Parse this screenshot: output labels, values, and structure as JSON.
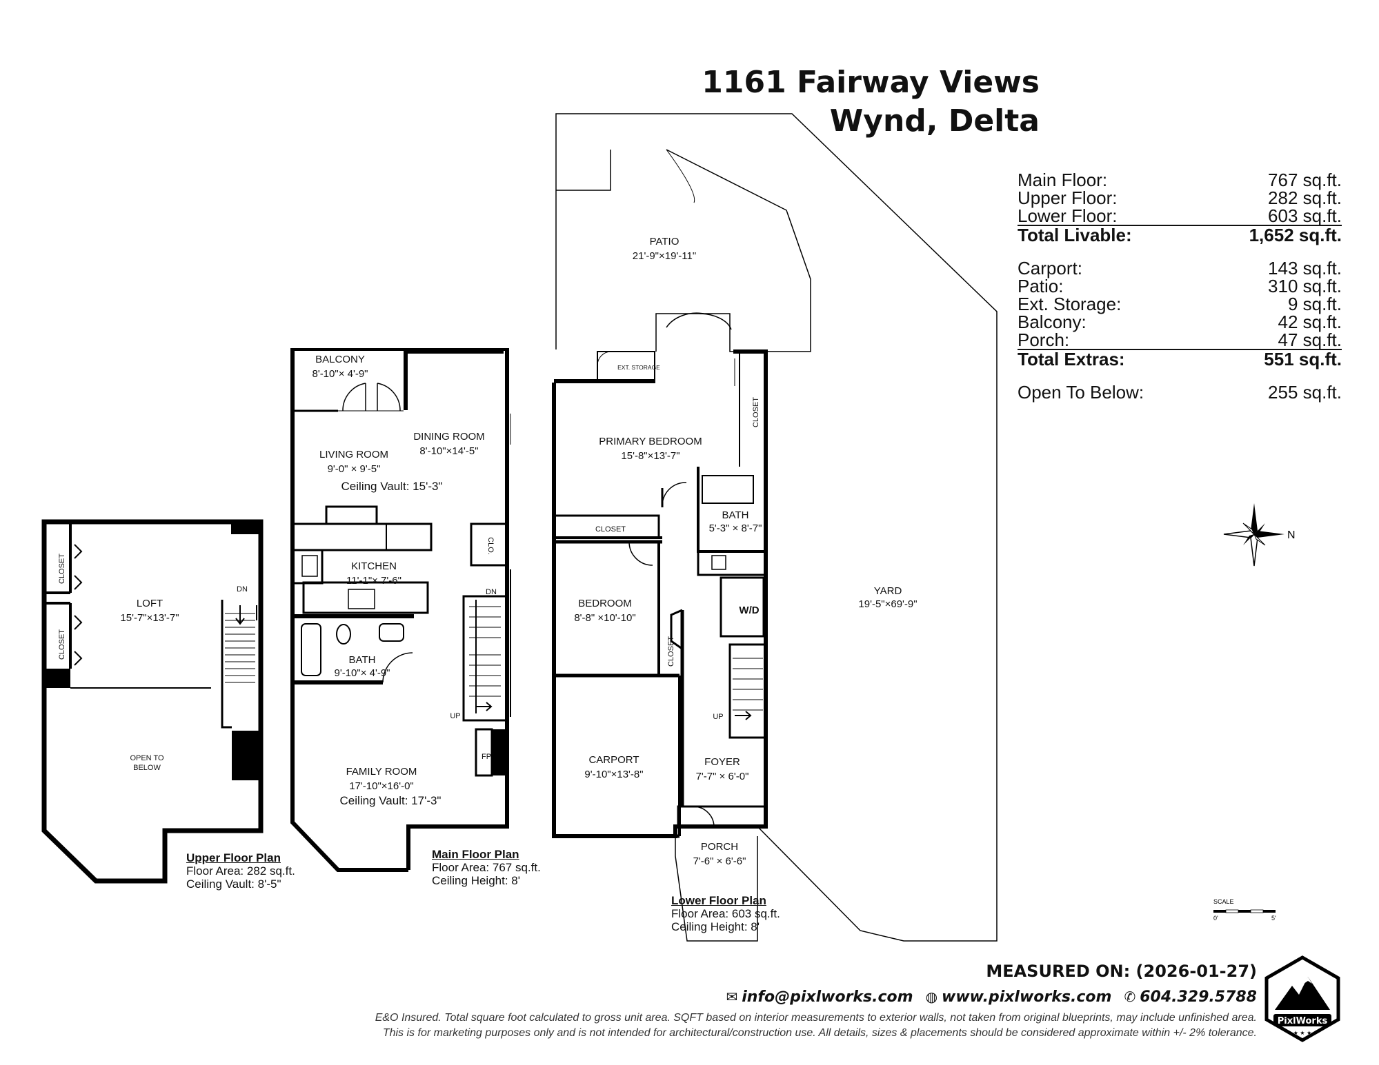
{
  "title": {
    "line1": "1161 Fairway Views",
    "line2": "Wynd, Delta"
  },
  "area_summary": {
    "livable": [
      {
        "label": "Main Floor:",
        "value": "767 sq.ft."
      },
      {
        "label": "Upper Floor:",
        "value": "282 sq.ft."
      },
      {
        "label": "Lower Floor:",
        "value": "603 sq.ft."
      }
    ],
    "total_livable": {
      "label": "Total Livable:",
      "value": "1,652 sq.ft."
    },
    "extras": [
      {
        "label": "Carport:",
        "value": "143 sq.ft."
      },
      {
        "label": "Patio:",
        "value": "310 sq.ft."
      },
      {
        "label": "Ext. Storage:",
        "value": "9 sq.ft."
      },
      {
        "label": "Balcony:",
        "value": "42 sq.ft."
      },
      {
        "label": "Porch:",
        "value": "47 sq.ft."
      }
    ],
    "total_extras": {
      "label": "Total Extras:",
      "value": "551 sq.ft."
    },
    "open_to_below": {
      "label": "Open To Below:",
      "value": "255 sq.ft."
    }
  },
  "rooms": {
    "loft": {
      "name": "LOFT",
      "dims": "15'-7\"×13'-7\""
    },
    "open_to_below": {
      "line1": "OPEN TO",
      "line2": "BELOW"
    },
    "upper_closet1": "CLOSET",
    "upper_closet2": "CLOSET",
    "upper_dn": "DN",
    "balcony": {
      "name": "BALCONY",
      "dims": "8'-10\"× 4'-9\""
    },
    "living_room": {
      "name": "LIVING ROOM",
      "dims": "9'-0\" × 9'-5\""
    },
    "dining_room": {
      "name": "DINING ROOM",
      "dims": "8'-10\"×14'-5\""
    },
    "ceiling_vault_main": "Ceiling Vault: 15'-3\"",
    "clo": "CLO.",
    "kitchen": {
      "name": "KITCHEN",
      "dims": "11'-1\"× 7'-6\""
    },
    "main_dn": "DN",
    "main_bath": {
      "name": "BATH",
      "dims": "9'-10\"× 4'-9\""
    },
    "main_up": "UP",
    "fp": "FP",
    "family_room": {
      "name": "FAMILY ROOM",
      "dims": "17'-10\"×16'-0\"",
      "vault": "Ceiling Vault: 17'-3\""
    },
    "patio": {
      "name": "PATIO",
      "dims": "21'-9\"×19'-11\""
    },
    "ext_storage": "EXT. STORAGE",
    "primary_bedroom": {
      "name": "PRIMARY BEDROOM",
      "dims": "15'-8\"×13'-7\""
    },
    "primary_closet": "CLOSET",
    "closet_right": "CLOSET",
    "lower_bath": {
      "name": "BATH",
      "dims": "5'-3\" × 8'-7\""
    },
    "bedroom": {
      "name": "BEDROOM",
      "dims": "8'-8\" ×10'-10\""
    },
    "wd": "W/D",
    "closet_hall": "CLOSET",
    "lower_up": "UP",
    "carport": {
      "name": "CARPORT",
      "dims": "9'-10\"×13'-8\""
    },
    "foyer": {
      "name": "FOYER",
      "dims": "7'-7\" × 6'-0\""
    },
    "porch": {
      "name": "PORCH",
      "dims": "7'-6\" × 6'-6\""
    },
    "yard": {
      "name": "YARD",
      "dims": "19'-5\"×69'-9\""
    }
  },
  "plans": {
    "upper": {
      "title": "Upper Floor Plan",
      "line1": "Floor Area: 282 sq.ft.",
      "line2": "Ceiling Vault: 8'-5\""
    },
    "main": {
      "title": "Main Floor Plan",
      "line1": "Floor Area: 767 sq.ft.",
      "line2": "Ceiling Height: 8'"
    },
    "lower": {
      "title": "Lower Floor Plan",
      "line1": "Floor Area: 603 sq.ft.",
      "line2": "Ceiling Height: 8'"
    }
  },
  "compass_label": "N",
  "scale": {
    "label": "SCALE",
    "start": "0'",
    "end": "5'"
  },
  "measured_on": "MEASURED ON: (2026-01-27)",
  "contact": {
    "email": "info@pixlworks.com",
    "web": "www.pixlworks.com",
    "phone": "604.329.5788"
  },
  "icons": {
    "email": "envelope-icon",
    "web": "globe-icon",
    "phone": "phone-icon"
  },
  "disclaimer": {
    "line1": "E&O Insured.  Total square foot calculated to gross unit area. SQFT based on interior measurements to exterior walls, not taken from original blueprints, may include unfinished area.",
    "line2": "This is for marketing purposes only and is not intended for architectural/construction use.  All details, sizes & placements should be considered approximate within +/- 2%  tolerance."
  },
  "logo_text": "PixlWorks"
}
